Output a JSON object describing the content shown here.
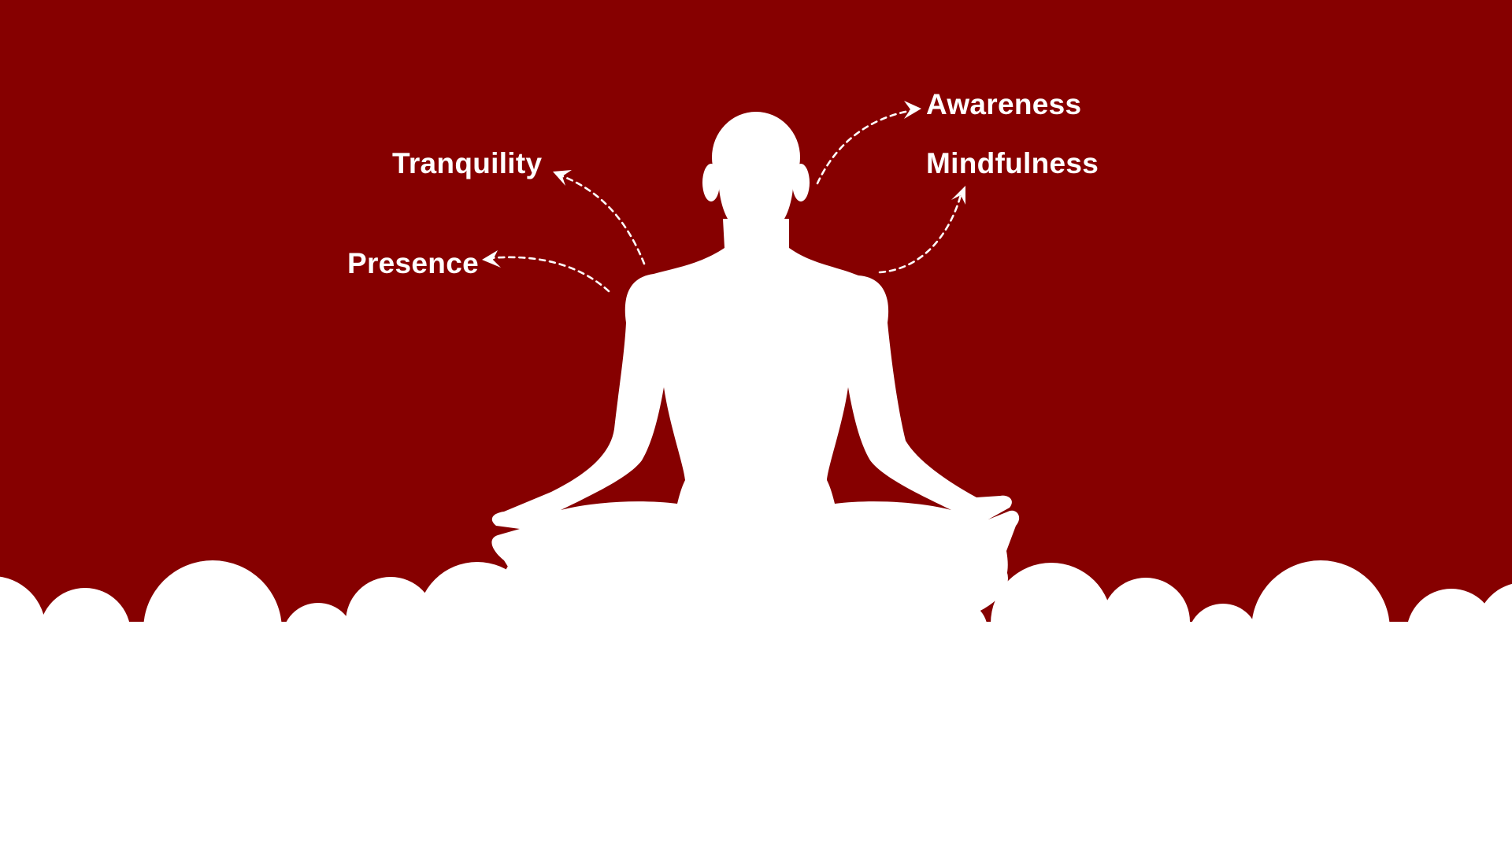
{
  "scene": {
    "background_color": "#860000",
    "figure_color": "#ffffff",
    "cloud_color": "#ffffff",
    "figure": "meditating-person-silhouette",
    "labels": [
      {
        "id": "presence",
        "text": "Presence"
      },
      {
        "id": "tranquility",
        "text": "Tranquility"
      },
      {
        "id": "awareness",
        "text": "Awareness"
      },
      {
        "id": "mindfulness",
        "text": "Mindfulness"
      }
    ]
  }
}
